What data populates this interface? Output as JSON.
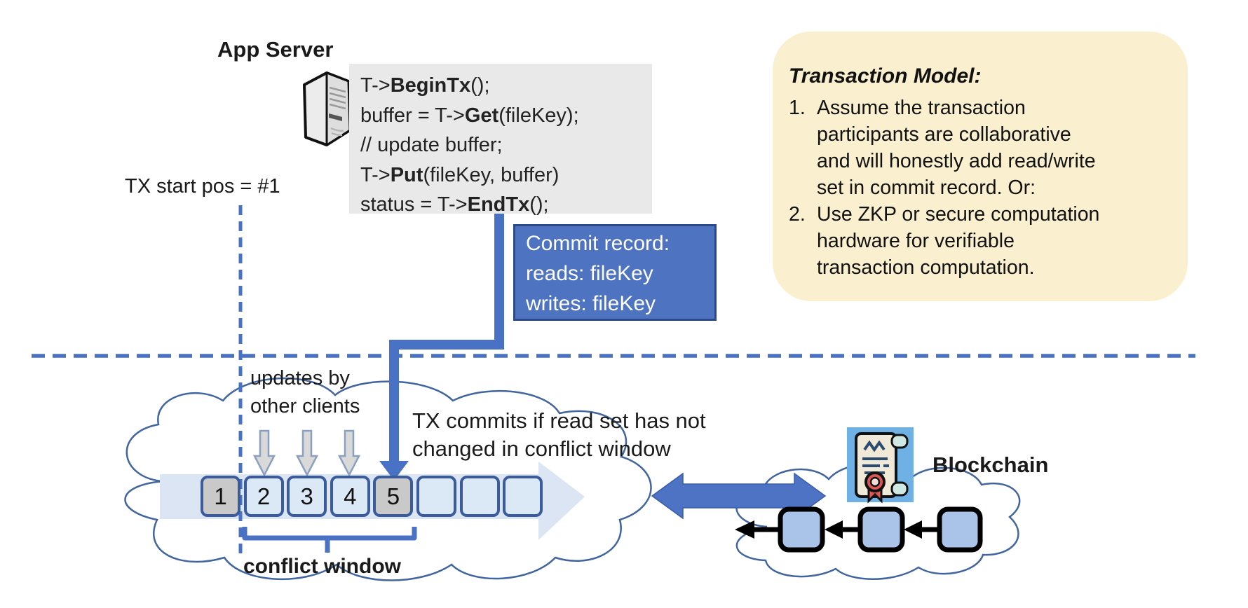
{
  "colors": {
    "accent_blue": "#4a72c4",
    "commit_box_bg": "#4e73c0",
    "commit_box_border": "#2c4a8a",
    "note_bg": "#faf0cf",
    "code_bg": "#e9e9e9",
    "block_light": "#dbe8f6",
    "block_shaded": "#c9c9c9",
    "block_border": "#3b5c9c",
    "cloud_stroke": "#41659e",
    "band_arrow": "#dbe5f3",
    "chain_block": "#a9c4e8",
    "scroll_bg": "#6fb1e4",
    "seal_red": "#e05555"
  },
  "app_server": {
    "title": "App Server"
  },
  "code_block": {
    "lines": [
      {
        "pre": "T->",
        "bold": "BeginTx",
        "post": "();"
      },
      {
        "pre": "buffer = T->",
        "bold": "Get",
        "post": "(fileKey);"
      },
      {
        "pre": "// update buffer;",
        "bold": "",
        "post": ""
      },
      {
        "pre": "T->",
        "bold": "Put",
        "post": "(fileKey, buffer)"
      },
      {
        "pre": "status = T->",
        "bold": "EndTx",
        "post": "();"
      }
    ]
  },
  "tx_start": {
    "label": "TX start pos = #1"
  },
  "commit_record": {
    "text": "Commit record:\nreads: fileKey\nwrites: fileKey"
  },
  "transaction_model": {
    "title": "Transaction Model:",
    "items": [
      {
        "number": "1.",
        "text": "Assume the transaction\nparticipants are collaborative\nand will honestly add read/write\nset in commit record.  Or:"
      },
      {
        "number": "2.",
        "text": "Use ZKP or secure computation\nhardware for verifiable\ntransaction computation."
      }
    ]
  },
  "timeline": {
    "updates_label": "updates by\nother clients",
    "commit_note": "TX commits if read set has not\nchanged in conflict window",
    "conflict_window_label": "conflict window",
    "blocks": [
      {
        "label": "1",
        "shaded": true
      },
      {
        "label": "2",
        "shaded": false
      },
      {
        "label": "3",
        "shaded": false
      },
      {
        "label": "4",
        "shaded": false
      },
      {
        "label": "5",
        "shaded": true
      },
      {
        "label": "",
        "shaded": false
      },
      {
        "label": "",
        "shaded": false
      },
      {
        "label": "",
        "shaded": false
      }
    ]
  },
  "blockchain": {
    "label": "Blockchain",
    "block_count": 3
  }
}
